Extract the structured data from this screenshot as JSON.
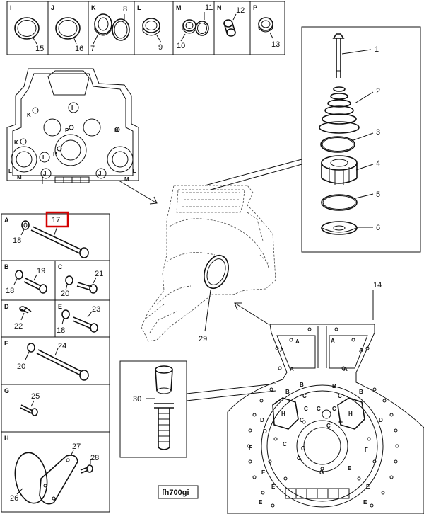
{
  "top_kits": [
    {
      "key": "I",
      "parts": [
        "15"
      ]
    },
    {
      "key": "J",
      "parts": [
        "16"
      ]
    },
    {
      "key": "K",
      "parts": [
        "8",
        "7"
      ]
    },
    {
      "key": "L",
      "parts": [
        "9"
      ]
    },
    {
      "key": "M",
      "parts": [
        "11",
        "10"
      ]
    },
    {
      "key": "N",
      "parts": [
        "12"
      ]
    },
    {
      "key": "P",
      "parts": [
        "13"
      ]
    }
  ],
  "overview_letters": [
    "I",
    "K",
    "P",
    "N",
    "K",
    "P",
    "I",
    "L",
    "M",
    "J",
    "J",
    "M",
    "L"
  ],
  "side_kits": [
    {
      "key": "A",
      "parts": [
        "17",
        "18"
      ]
    },
    {
      "key": "B",
      "parts": [
        "19",
        "18"
      ]
    },
    {
      "key": "C",
      "parts": [
        "21",
        "20"
      ]
    },
    {
      "key": "D",
      "parts": [
        "22"
      ]
    },
    {
      "key": "E",
      "parts": [
        "23",
        "18"
      ]
    },
    {
      "key": "F",
      "parts": [
        "24",
        "20"
      ]
    },
    {
      "key": "G",
      "parts": [
        "25"
      ]
    },
    {
      "key": "H",
      "parts": [
        "27",
        "28",
        "26"
      ]
    }
  ],
  "cap_parts": [
    "1",
    "2",
    "3",
    "4",
    "5",
    "6"
  ],
  "main_labels": {
    "housing_seal": "29",
    "bolt": "30",
    "flange": "14"
  },
  "flange_letters": [
    "A",
    "A",
    "A",
    "A",
    "A",
    "A",
    "B",
    "B",
    "B",
    "B",
    "C",
    "C",
    "C",
    "C",
    "C",
    "C",
    "C",
    "C",
    "C",
    "D",
    "D",
    "D",
    "E",
    "E",
    "E",
    "E",
    "E",
    "E",
    "F",
    "F",
    "G",
    "G",
    "H",
    "H"
  ],
  "highlight_part": "17",
  "figure_code": "fh700gi",
  "colors": {
    "highlight": "#d40000",
    "line": "#111111"
  }
}
